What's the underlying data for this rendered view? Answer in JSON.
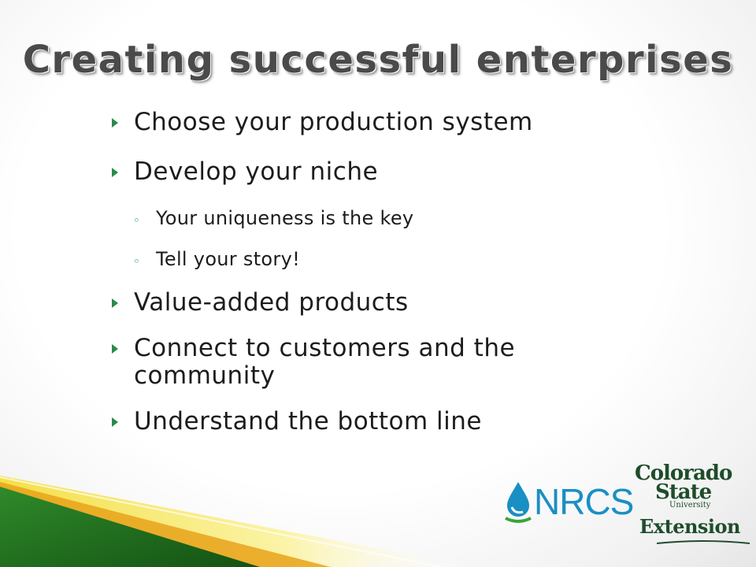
{
  "slide": {
    "title": "Creating successful enterprises",
    "bullets": [
      {
        "text": "Choose your production system",
        "level": 1
      },
      {
        "text": "Develop your niche",
        "level": 1
      },
      {
        "text": "Your uniqueness is the key",
        "level": 2
      },
      {
        "text": "Tell your story!",
        "level": 2
      },
      {
        "text": "Value-added products",
        "level": 1
      },
      {
        "text": "Connect to customers and the community",
        "level": 1
      },
      {
        "text": "Understand the bottom line",
        "level": 1
      }
    ]
  },
  "logos": {
    "nrcs": "NRCS",
    "csu_line1": "Colorado",
    "csu_line2": "State",
    "csu_line3": "University",
    "extension": "Extension"
  },
  "colors": {
    "accent_green": "#2a8a4a",
    "dark_green": "#1e4d2b",
    "swoosh_green": "#1f6a1a",
    "swoosh_yellow": "#f2d21a",
    "nrcs_blue": "#1a8fc4"
  },
  "icons": {
    "level1_marker": "triangle-right-icon",
    "level2_marker": "ring-bullet-icon"
  }
}
